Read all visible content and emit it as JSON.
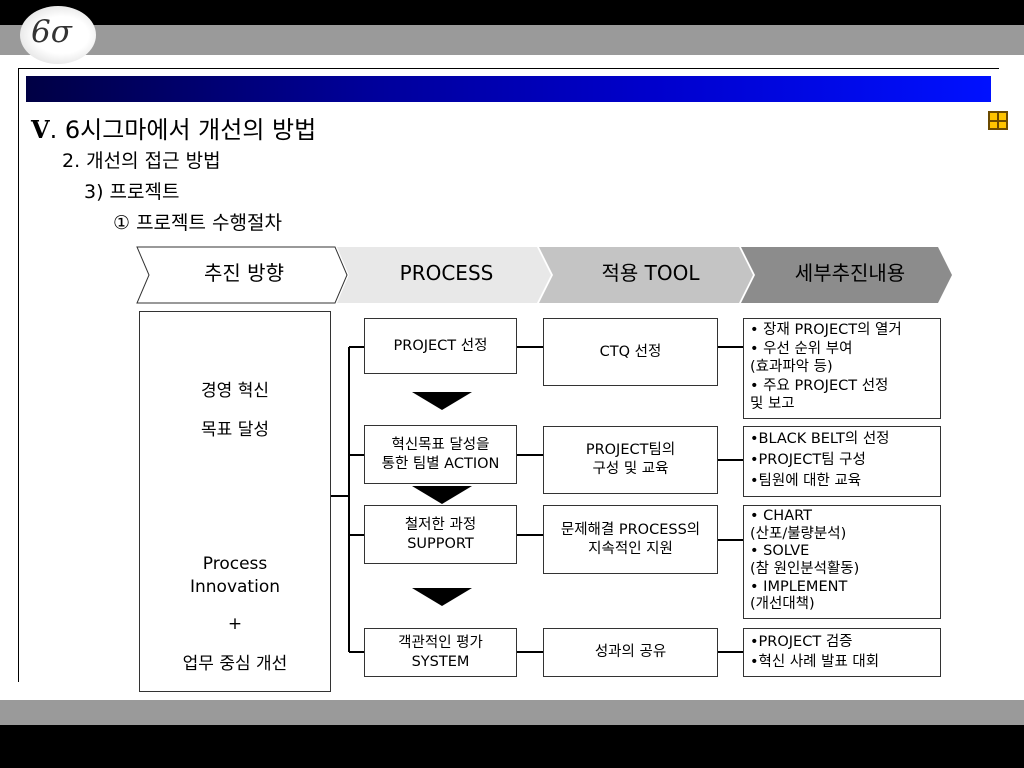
{
  "logo": {
    "text": "6σ"
  },
  "heading": {
    "roman": "Ⅴ",
    "main": ". 6시그마에서 개선의 방법",
    "sub1": "2. 개선의 접근 방법",
    "sub2": "3) 프로젝트",
    "sub3": "① 프로젝트 수행절차"
  },
  "header_row": [
    "추진 방향",
    "PROCESS",
    "적용 TOOL",
    "세부추진내용"
  ],
  "direction": {
    "line1": "경영 혁신",
    "line2": "목표 달성",
    "line3": "Process",
    "line4": "Innovation",
    "line5": "+",
    "line6": "업무 중심 개선"
  },
  "process": [
    [
      "PROJECT 선정"
    ],
    [
      "혁신목표 달성을",
      "통한 팀별 ACTION"
    ],
    [
      "철저한 과정",
      "SUPPORT"
    ],
    [
      "객관적인 평가",
      "SYSTEM"
    ]
  ],
  "tools": [
    [
      "CTQ 선정"
    ],
    [
      "PROJECT팀의",
      "구성 및 교육"
    ],
    [
      "문제해결 PROCESS의",
      "지속적인 지원"
    ],
    [
      "성과의 공유"
    ]
  ],
  "details": [
    [
      "• 장재 PROJECT의 열거",
      "• 우선 순위 부여",
      "   (효과파악 등)",
      "• 주요 PROJECT 선정",
      "   및 보고"
    ],
    [
      "•BLACK BELT의 선정",
      "•PROJECT팀 구성",
      "•팀원에 대한 교육"
    ],
    [
      "• CHART",
      "   (산포/불량분석)",
      "• SOLVE",
      "   (참 원인분석활동)",
      "• IMPLEMENT",
      "   (개선대책)"
    ],
    [
      "•PROJECT 검증",
      "•혁신 사례 발표 대회"
    ]
  ],
  "colors": {
    "title_bar": "#0000cc",
    "chevron_1": "#ffffff",
    "chevron_2": "#e8e8e8",
    "chevron_3": "#c4c4c4",
    "chevron_4": "#8c8c8c",
    "band": "#9a9a9a"
  }
}
